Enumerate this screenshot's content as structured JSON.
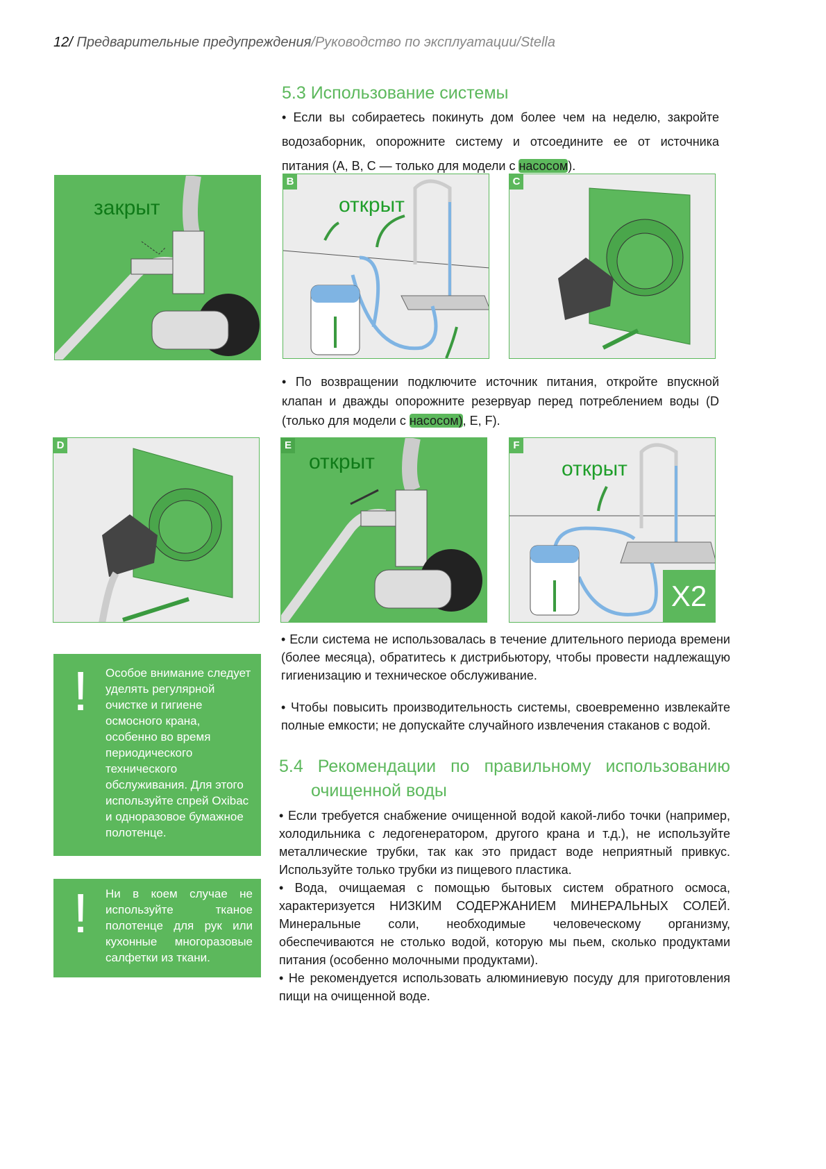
{
  "header": {
    "page_number": "12",
    "separator": "/",
    "section": "Предварительные предупреждения",
    "path": "/Руководство по эксплуатации/Stella"
  },
  "section_53": {
    "title": "5.3 Использование системы",
    "bullet1_pre": "• Если вы собираетесь покинуть дом более чем на неделю, закройте водозаборник, опорожните систему и отсоедините ее от источника питания (A, B, C — только для модели с ",
    "bullet1_hl": "насосом",
    "bullet1_post": ").",
    "bullet2_pre": "• По возвращении подключите источник питания, откройте впускной клапан и дважды опорожните резервуар перед потреблением воды (D (только для модели с ",
    "bullet2_hl": "насосом)",
    "bullet2_post": ", E, F).",
    "bullet3": "• Если система не использовалась в течение длительного периода времени (более месяца), обратитесь к дистрибьютору, чтобы провести надлежащую гигиенизацию и техническое обслуживание.",
    "bullet4": "• Чтобы повысить производительность системы, своевременно извлекайте полные емкости; не допускайте случайного извлечения стаканов с водой."
  },
  "figures": {
    "a_label": "закрыт",
    "b_badge": "B",
    "b_label": "открыт",
    "c_badge": "C",
    "d_badge": "D",
    "e_badge": "E",
    "e_label": "открыт",
    "f_badge": "F",
    "f_label": "открыт",
    "f_x2": "X2"
  },
  "notes": [
    {
      "icon": "!",
      "text": "Особое внимание следует уделять регулярной очистке и гигиене осмосного крана, особенно во время периодического технического обслуживания. Для этого используйте спрей Oxibac и одноразовое бумажное полотенце."
    },
    {
      "icon": "!",
      "text": "Ни в коем случае не используйте тканое полотенце для рук или кухонные многоразовые салфетки из ткани."
    }
  ],
  "section_54": {
    "title_line1": "5.4 Рекомендации по правильному использованию",
    "title_line2": "очищенной воды",
    "p1": "• Если требуется снабжение очищенной водой какой-либо точки (например, холодильника с ледогенератором, другого крана и т.д.), не используйте металлические трубки, так как это придаст воде неприятный привкус. Используйте только трубки из пищевого пластика.",
    "p2": "• Вода, очищаемая с помощью бытовых систем обратного осмоса, характеризуется НИЗКИМ СОДЕРЖАНИЕМ МИНЕРАЛЬНЫХ СОЛЕЙ. Минеральные соли, необходимые человеческому организму, обеспечиваются не столько водой, которую мы пьем, сколько продуктами питания (особенно молочными продуктами).",
    "p3": "• Не рекомендуется использовать алюминиевую посуду для приготовления пищи на очищенной воде."
  },
  "colors": {
    "accent": "#5cb85c"
  }
}
